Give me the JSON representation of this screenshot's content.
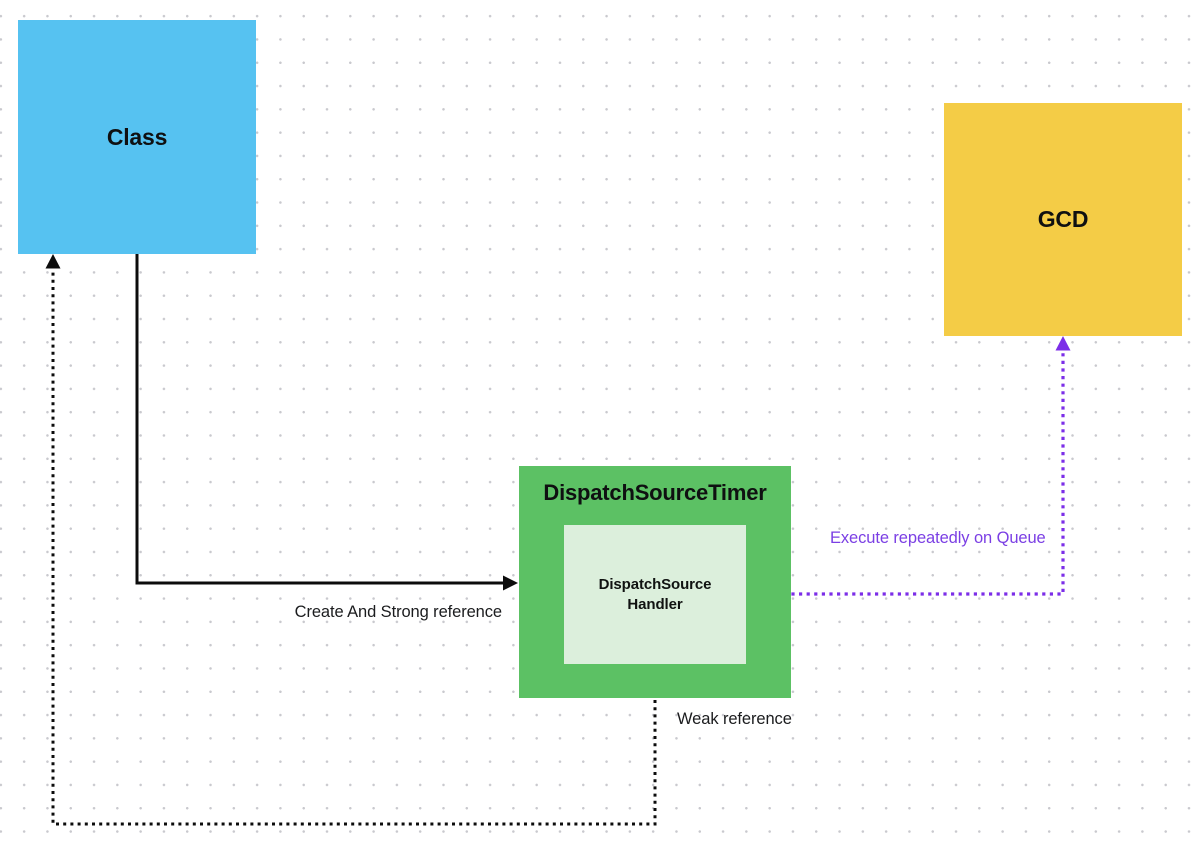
{
  "colors": {
    "class_fill": "#56C2F1",
    "gcd_fill": "#F4CC46",
    "timer_fill": "#5CC164",
    "handler_fill": "#DCEFDC",
    "line_black": "#0c0c0c",
    "purple_line": "#7C2EE8",
    "purple_text": "#7B3FE4"
  },
  "nodes": {
    "class_box": {
      "label": "Class"
    },
    "gcd_box": {
      "label": "GCD"
    },
    "timer_box": {
      "label": "DispatchSourceTimer"
    },
    "handler_box": {
      "lines": [
        "DispatchSource",
        "Handler"
      ]
    }
  },
  "edges": {
    "create_strong": {
      "label": "Create And Strong reference",
      "style": "solid",
      "color": "#0c0c0c",
      "from": "Class",
      "to": "DispatchSourceTimer"
    },
    "weak": {
      "label": "Weak reference",
      "style": "dotted",
      "color": "#0c0c0c",
      "from": "DispatchSource Handler",
      "to": "Class"
    },
    "execute": {
      "label": "Execute repeatedly on Queue",
      "style": "dotted",
      "color": "#7C2EE8",
      "from": "GCD",
      "to": "DispatchSource Handler"
    }
  }
}
